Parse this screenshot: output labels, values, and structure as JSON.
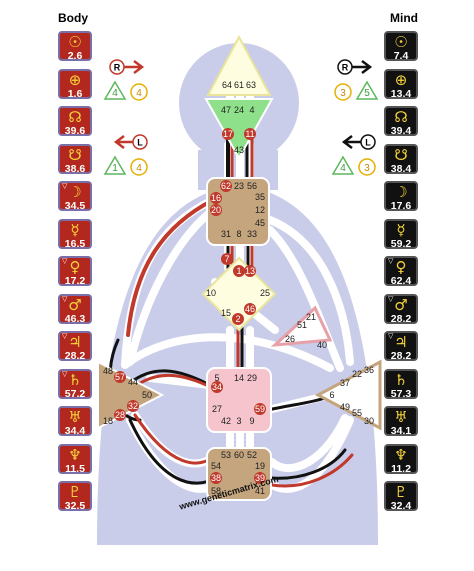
{
  "body_title": "Body",
  "mind_title": "Mind",
  "body_planets": [
    {
      "icon": "sun-icon",
      "symbol": "☉",
      "value": "2.6",
      "mark": ""
    },
    {
      "icon": "earth-icon",
      "symbol": "⊕",
      "value": "1.6",
      "mark": ""
    },
    {
      "icon": "north-node-icon",
      "symbol": "☊",
      "value": "39.6",
      "mark": ""
    },
    {
      "icon": "south-node-icon",
      "symbol": "☋",
      "value": "38.6",
      "mark": ""
    },
    {
      "icon": "moon-icon",
      "symbol": "☽",
      "value": "34.5",
      "mark": "▽"
    },
    {
      "icon": "mercury-icon",
      "symbol": "☿",
      "value": "16.5",
      "mark": ""
    },
    {
      "icon": "venus-icon",
      "symbol": "♀",
      "value": "17.2",
      "mark": "▽"
    },
    {
      "icon": "mars-icon",
      "symbol": "♂",
      "value": "46.3",
      "mark": "▽"
    },
    {
      "icon": "jupiter-icon",
      "symbol": "♃",
      "value": "28.2",
      "mark": "▽"
    },
    {
      "icon": "saturn-icon",
      "symbol": "♄",
      "value": "57.2",
      "mark": "▽"
    },
    {
      "icon": "uranus-icon",
      "symbol": "♅",
      "value": "34.4",
      "mark": ""
    },
    {
      "icon": "neptune-icon",
      "symbol": "♆",
      "value": "11.5",
      "mark": ""
    },
    {
      "icon": "pluto-icon",
      "symbol": "♇",
      "value": "32.5",
      "mark": ""
    }
  ],
  "mind_planets": [
    {
      "icon": "sun-icon",
      "symbol": "☉",
      "value": "7.4",
      "mark": ""
    },
    {
      "icon": "earth-icon",
      "symbol": "⊕",
      "value": "13.4",
      "mark": ""
    },
    {
      "icon": "north-node-icon",
      "symbol": "☊",
      "value": "39.4",
      "mark": ""
    },
    {
      "icon": "south-node-icon",
      "symbol": "☋",
      "value": "38.4",
      "mark": ""
    },
    {
      "icon": "moon-icon",
      "symbol": "☽",
      "value": "17.6",
      "mark": ""
    },
    {
      "icon": "mercury-icon",
      "symbol": "☿",
      "value": "59.2",
      "mark": ""
    },
    {
      "icon": "venus-icon",
      "symbol": "♀",
      "value": "62.4",
      "mark": "▽"
    },
    {
      "icon": "mars-icon",
      "symbol": "♂",
      "value": "28.2",
      "mark": "▽"
    },
    {
      "icon": "jupiter-icon",
      "symbol": "♃",
      "value": "28.2",
      "mark": "▽"
    },
    {
      "icon": "saturn-icon",
      "symbol": "♄",
      "value": "57.3",
      "mark": ""
    },
    {
      "icon": "uranus-icon",
      "symbol": "♅",
      "value": "34.1",
      "mark": ""
    },
    {
      "icon": "neptune-icon",
      "symbol": "♆",
      "value": "11.2",
      "mark": ""
    },
    {
      "icon": "pluto-icon",
      "symbol": "♇",
      "value": "32.4",
      "mark": ""
    }
  ],
  "variables": {
    "top_left": {
      "arrow_letter": "R",
      "numbers": [
        "4",
        "4"
      ]
    },
    "bottom_left": {
      "arrow_letter": "L",
      "numbers": [
        "1",
        "4"
      ]
    },
    "top_right": {
      "arrow_letter": "R",
      "numbers": [
        "3",
        "5"
      ]
    },
    "bottom_right": {
      "arrow_letter": "L",
      "numbers": [
        "4",
        "3"
      ]
    }
  },
  "centers": {
    "head": [
      "64",
      "61",
      "63"
    ],
    "ajna": [
      "47",
      "24",
      "4",
      "17",
      "11",
      "43"
    ],
    "throat": [
      "62",
      "23",
      "56",
      "16",
      "35",
      "12",
      "20",
      "45",
      "31",
      "8",
      "33"
    ],
    "g": [
      "7",
      "1",
      "13",
      "10",
      "25",
      "15",
      "2",
      "46"
    ],
    "ego": [
      "21",
      "51",
      "26",
      "40"
    ],
    "spleen": [
      "48",
      "57",
      "44",
      "50",
      "32",
      "28",
      "18"
    ],
    "sacral": [
      "5",
      "14",
      "29",
      "34",
      "27",
      "59",
      "42",
      "3",
      "9"
    ],
    "solar_plexus": [
      "22",
      "36",
      "37",
      "6",
      "49",
      "55",
      "30"
    ],
    "root": [
      "53",
      "60",
      "52",
      "54",
      "19",
      "38",
      "39",
      "58",
      "41"
    ]
  },
  "footer": "www.geneticmatrix.com",
  "colors": {
    "body_red": "#b3281e",
    "mind_black": "#111111",
    "defined_gate": "#c0392b",
    "head_yellow": "#fffde0",
    "ajna_green": "#8fe08a",
    "brown_center": "#c4a57e",
    "sacral_pink": "#f6c4cc",
    "silhouette": "#c9cde9"
  }
}
